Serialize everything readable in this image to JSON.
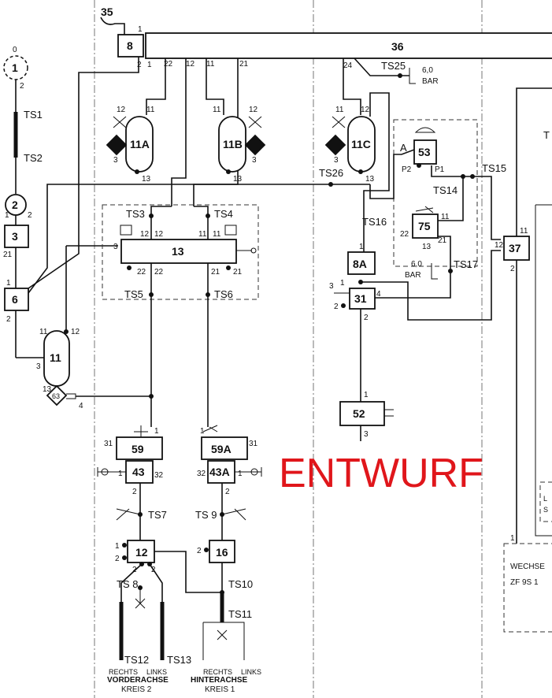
{
  "watermark": "ENTWURF",
  "components": {
    "c1": "1",
    "c2": "2",
    "c3": "3",
    "c6": "6",
    "c8": "8",
    "c8a": "8A",
    "c11": "11",
    "c11a": "11A",
    "c11b": "11B",
    "c11c": "11C",
    "c12": "12",
    "c13": "13",
    "c16": "16",
    "c31": "31",
    "c35": "35",
    "c36": "36",
    "c37": "37",
    "c43": "43",
    "c43a": "43A",
    "c52": "52",
    "c53": "53",
    "c59": "59",
    "c59a": "59A",
    "c63": "63",
    "c75": "75"
  },
  "test_points": {
    "ts1": "TS1",
    "ts2": "TS2",
    "ts3": "TS3",
    "ts4": "TS4",
    "ts5": "TS5",
    "ts6": "TS6",
    "ts7": "TS7",
    "ts8": "TS 8",
    "ts9": "TS 9",
    "ts10": "TS10",
    "ts11": "TS11",
    "ts12": "TS12",
    "ts13": "TS13",
    "ts14": "TS14",
    "ts15": "TS15",
    "ts16": "TS16",
    "ts17": "TS17",
    "ts25": "TS25",
    "ts26": "TS26"
  },
  "pressure": {
    "value": "6,0",
    "unit": "BAR",
    "value2": "6,0",
    "unit2": "BAR"
  },
  "port_labels": {
    "a": "A",
    "p1": "P1",
    "p2": "P2"
  },
  "axles": {
    "front_right": "RECHTS",
    "front_left": "LINKS",
    "front_title": "VORDERACHSE",
    "front_circuit": "KREIS 2",
    "rear_right": "RECHTS",
    "rear_left": "LINKS",
    "rear_title": "HINTERACHSE",
    "rear_circuit": "KREIS 1"
  },
  "gearbox": {
    "line1": "WECHSE",
    "line2": "ZF 9S 1"
  },
  "right_edge": {
    "t": "T",
    "l": "L",
    "s": "S"
  }
}
